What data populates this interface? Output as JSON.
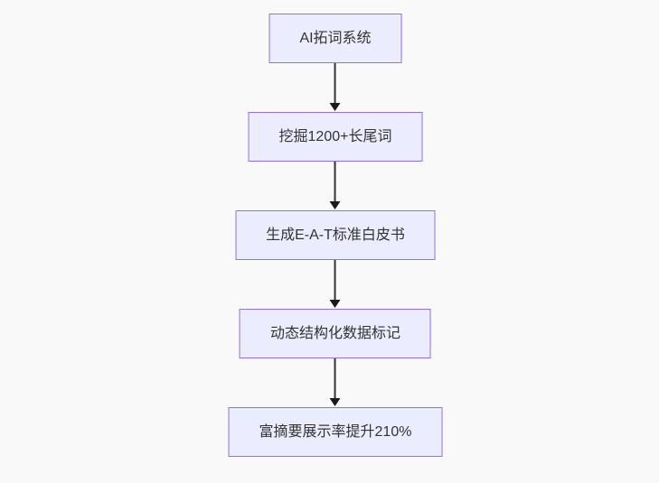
{
  "diagram": {
    "type": "flowchart",
    "direction": "top-down",
    "nodes": [
      {
        "id": "n1",
        "label": "AI拓词系统"
      },
      {
        "id": "n2",
        "label": "挖掘1200+长尾词"
      },
      {
        "id": "n3",
        "label": "生成E-A-T标准白皮书"
      },
      {
        "id": "n4",
        "label": "动态结构化数据标记"
      },
      {
        "id": "n5",
        "label": "富摘要展示率提升210%"
      }
    ],
    "edges": [
      {
        "from": "n1",
        "to": "n2"
      },
      {
        "from": "n2",
        "to": "n3"
      },
      {
        "from": "n3",
        "to": "n4"
      },
      {
        "from": "n4",
        "to": "n5"
      }
    ],
    "colors": {
      "node_fill": "#ECECFF",
      "node_border": "#9370DB",
      "text": "#333333",
      "arrow_line": "#333333",
      "arrow_head": "#1a1a1a",
      "background": "#f9f9f9"
    }
  }
}
